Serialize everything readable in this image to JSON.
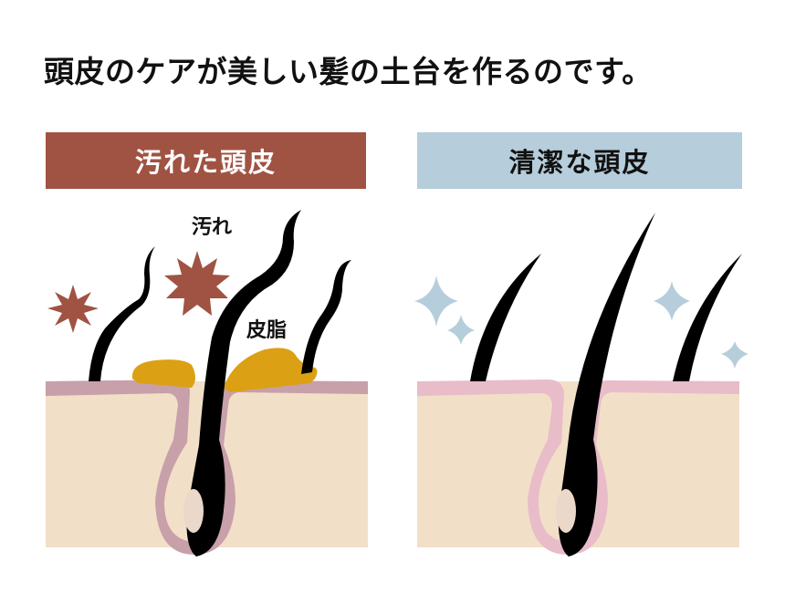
{
  "title": "頭皮のケアが美しい髪の土台を作るのです。",
  "panels": {
    "dirty": {
      "header": "汚れた頭皮",
      "header_bg": "#a05342",
      "labels": {
        "dirt": "汚れ",
        "sebum": "皮脂"
      },
      "colors": {
        "dirt_star": "#a05342",
        "sebum": "#dba013",
        "skin_surface": "#c7a0aa",
        "skin_body": "#f2dfc8",
        "hair": "#000000",
        "papilla": "#ead8cb"
      }
    },
    "clean": {
      "header": "清潔な頭皮",
      "header_bg": "#b6cddb",
      "colors": {
        "sparkle": "#b6cddb",
        "skin_surface": "#e8bcc8",
        "skin_body": "#f2dfc8",
        "hair": "#000000",
        "papilla": "#ead8cb"
      }
    }
  }
}
